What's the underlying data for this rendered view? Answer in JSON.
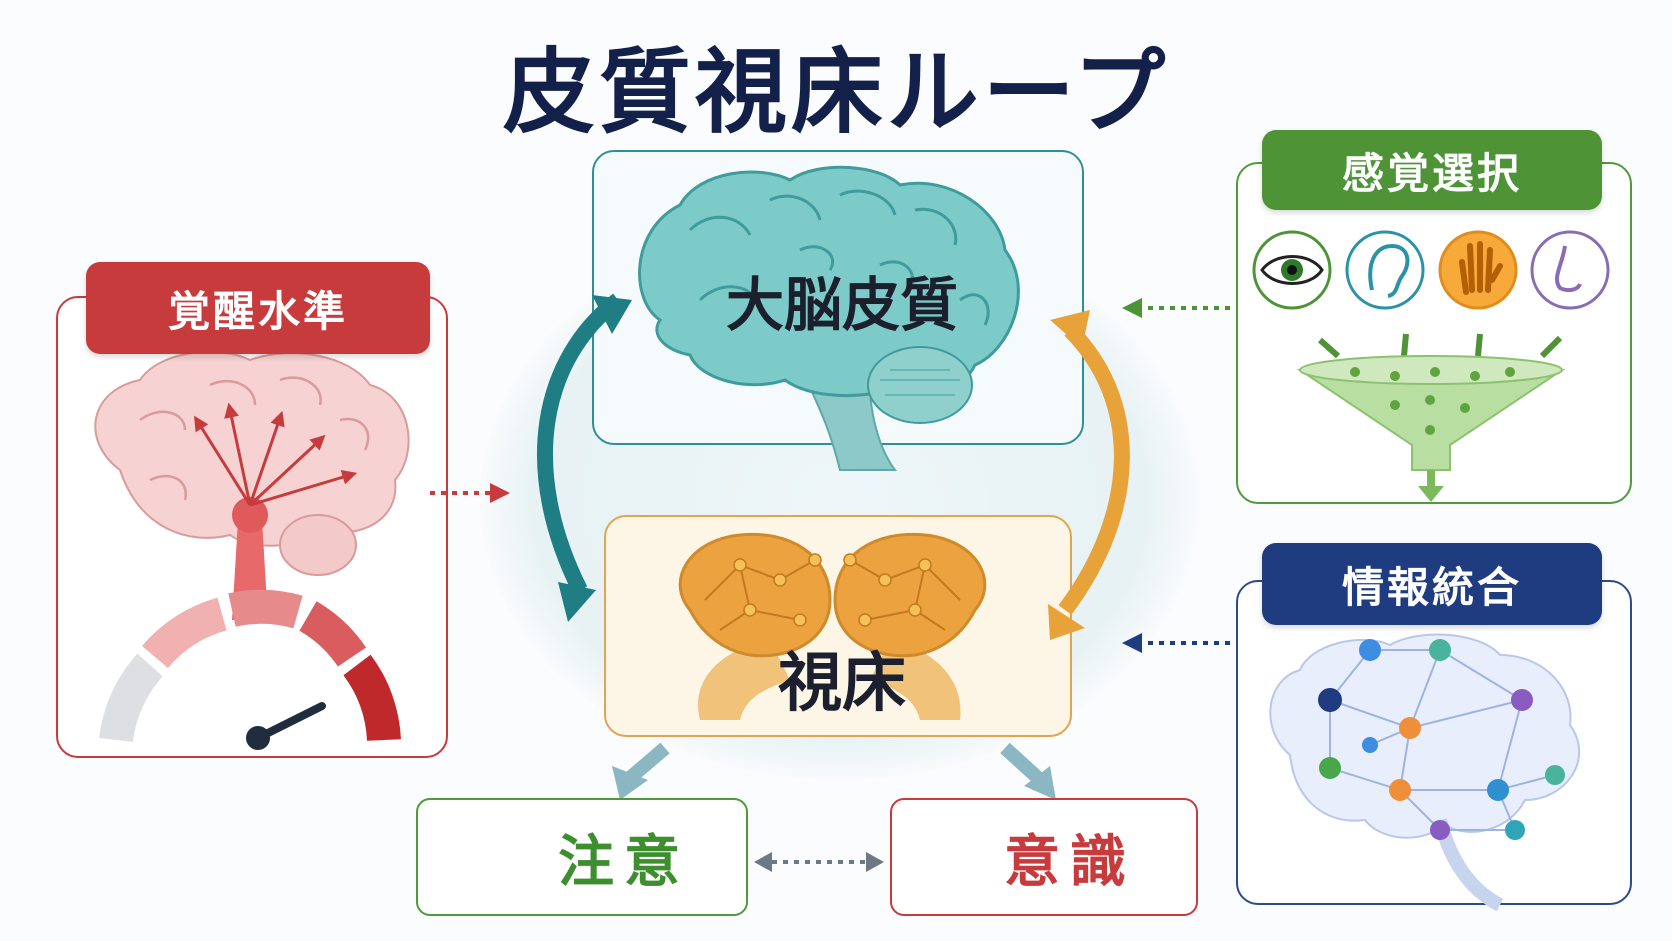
{
  "title": "皮質視床ループ",
  "nodes": {
    "cortex": "大脳皮質",
    "thalamus": "視床"
  },
  "panels": {
    "arousal": {
      "label": "覚醒水準"
    },
    "sensory": {
      "label": "感覚選択",
      "senses": [
        "eye-icon",
        "ear-icon",
        "hand-icon",
        "nose-icon"
      ]
    },
    "integration": {
      "label": "情報統合"
    }
  },
  "outputs": {
    "attention": "注意",
    "consciousness": "意識"
  },
  "colors": {
    "cortex": "#2e8f97",
    "thalamus": "#e8a23a",
    "arousal": "#c73b3d",
    "sensory": "#4e9436",
    "integration": "#1f3c80"
  }
}
